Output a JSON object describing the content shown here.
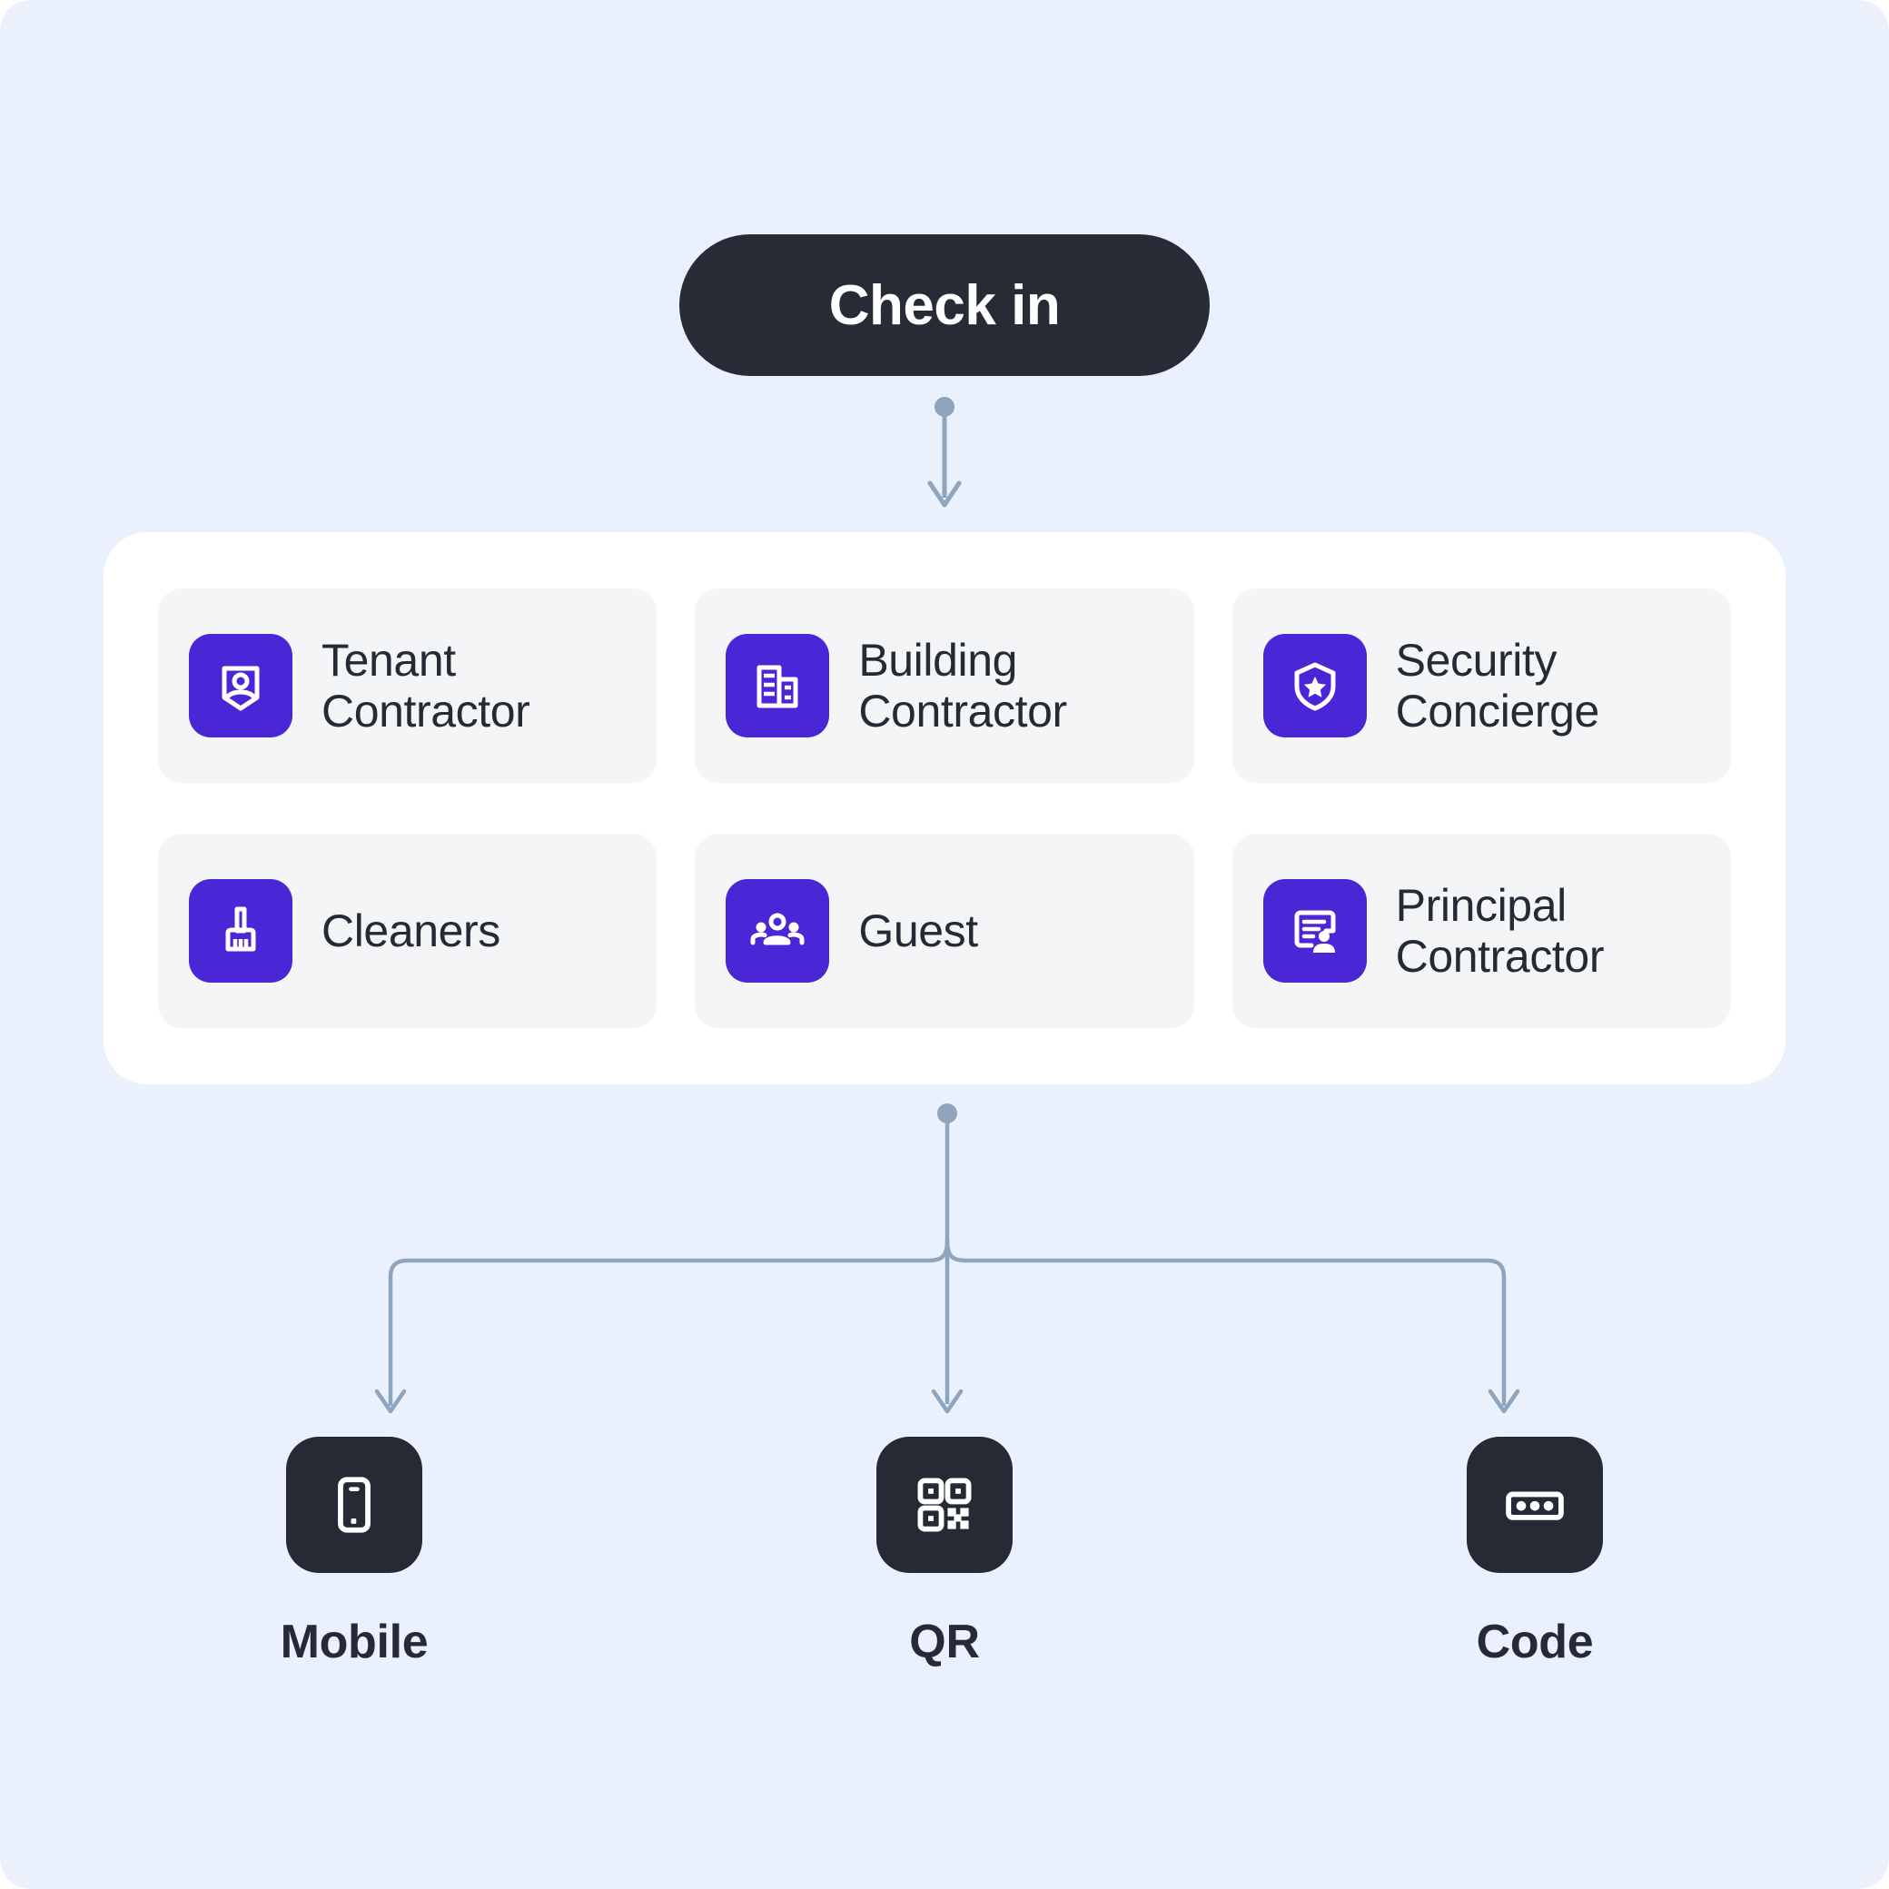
{
  "colors": {
    "background": "#eaf1fd",
    "panel": "#ffffff",
    "card": "#f4f5f7",
    "accent_purple": "#4a27d6",
    "dark": "#252a35",
    "connector": "#8fa4bd"
  },
  "flow": {
    "title": "Check in",
    "roles_panel": {
      "cards": [
        {
          "label": "Tenant Contractor",
          "icon": "tenant-portrait-icon"
        },
        {
          "label": "Building Contractor",
          "icon": "building-icon"
        },
        {
          "label": "Security Concierge",
          "icon": "shield-star-icon"
        },
        {
          "label": "Cleaners",
          "icon": "broom-icon"
        },
        {
          "label": "Guest",
          "icon": "people-group-icon"
        },
        {
          "label": "Principal Contractor",
          "icon": "id-document-person-icon"
        }
      ]
    },
    "methods": [
      {
        "label": "Mobile",
        "icon": "smartphone-icon"
      },
      {
        "label": "QR",
        "icon": "qr-code-icon"
      },
      {
        "label": "Code",
        "icon": "passcode-dots-icon"
      }
    ]
  }
}
